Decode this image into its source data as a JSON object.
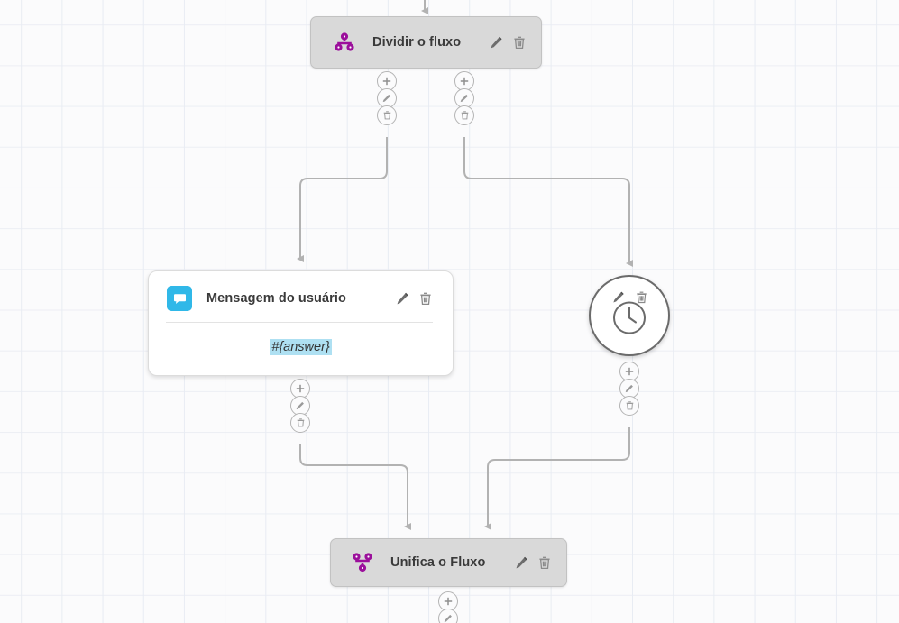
{
  "canvas": {
    "background_color": "#fbfbfc",
    "grid_line_color": "#e8ecf3",
    "grid_size": 45
  },
  "palette": {
    "node_gray": "#d9d9d9",
    "node_border": "#c2c2c2",
    "purple_icon": "#9b0f9b",
    "blue_badge": "#30b8e8",
    "variable_highlight": "#aee0f2",
    "edge_color": "#b0b0b0",
    "title_text": "#3a3a3a"
  },
  "nodes": [
    {
      "id": "split",
      "type": "split-flow",
      "title": "Dividir o fluxo",
      "icon": "split-flow-icon",
      "style": "gray-box",
      "edit_label": "Editar",
      "delete_label": "Excluir"
    },
    {
      "id": "message",
      "type": "user-message",
      "title": "Mensagem do usuário",
      "icon": "chat-bubble-icon",
      "style": "white-card",
      "variable": "#{answer}",
      "edit_label": "Editar",
      "delete_label": "Excluir"
    },
    {
      "id": "delay",
      "type": "delay",
      "title": "",
      "icon": "clock-icon",
      "style": "circle",
      "edit_label": "Editar",
      "delete_label": "Excluir"
    },
    {
      "id": "merge",
      "type": "merge-flow",
      "title": "Unifica o Fluxo",
      "icon": "merge-flow-icon",
      "style": "gray-box",
      "edit_label": "Editar",
      "delete_label": "Excluir"
    }
  ],
  "action_buttons": {
    "add": "+",
    "add_name": "add-node-button",
    "edit_name": "edit-connection-button",
    "delete_name": "delete-connection-button"
  },
  "stacks": [
    {
      "id": "split-left-outlet",
      "buttons": [
        "add",
        "edit",
        "delete"
      ]
    },
    {
      "id": "split-right-outlet",
      "buttons": [
        "add",
        "edit",
        "delete"
      ]
    },
    {
      "id": "message-outlet",
      "buttons": [
        "add",
        "edit",
        "delete"
      ]
    },
    {
      "id": "delay-outlet",
      "buttons": [
        "add",
        "edit",
        "delete"
      ]
    },
    {
      "id": "merge-outlet",
      "buttons": [
        "add",
        "edit"
      ]
    }
  ],
  "edges": [
    {
      "from": "incoming-top",
      "to": "split"
    },
    {
      "from": "split-left-outlet",
      "to": "message"
    },
    {
      "from": "split-right-outlet",
      "to": "delay"
    },
    {
      "from": "message-outlet",
      "to": "merge"
    },
    {
      "from": "delay-outlet",
      "to": "merge"
    }
  ]
}
